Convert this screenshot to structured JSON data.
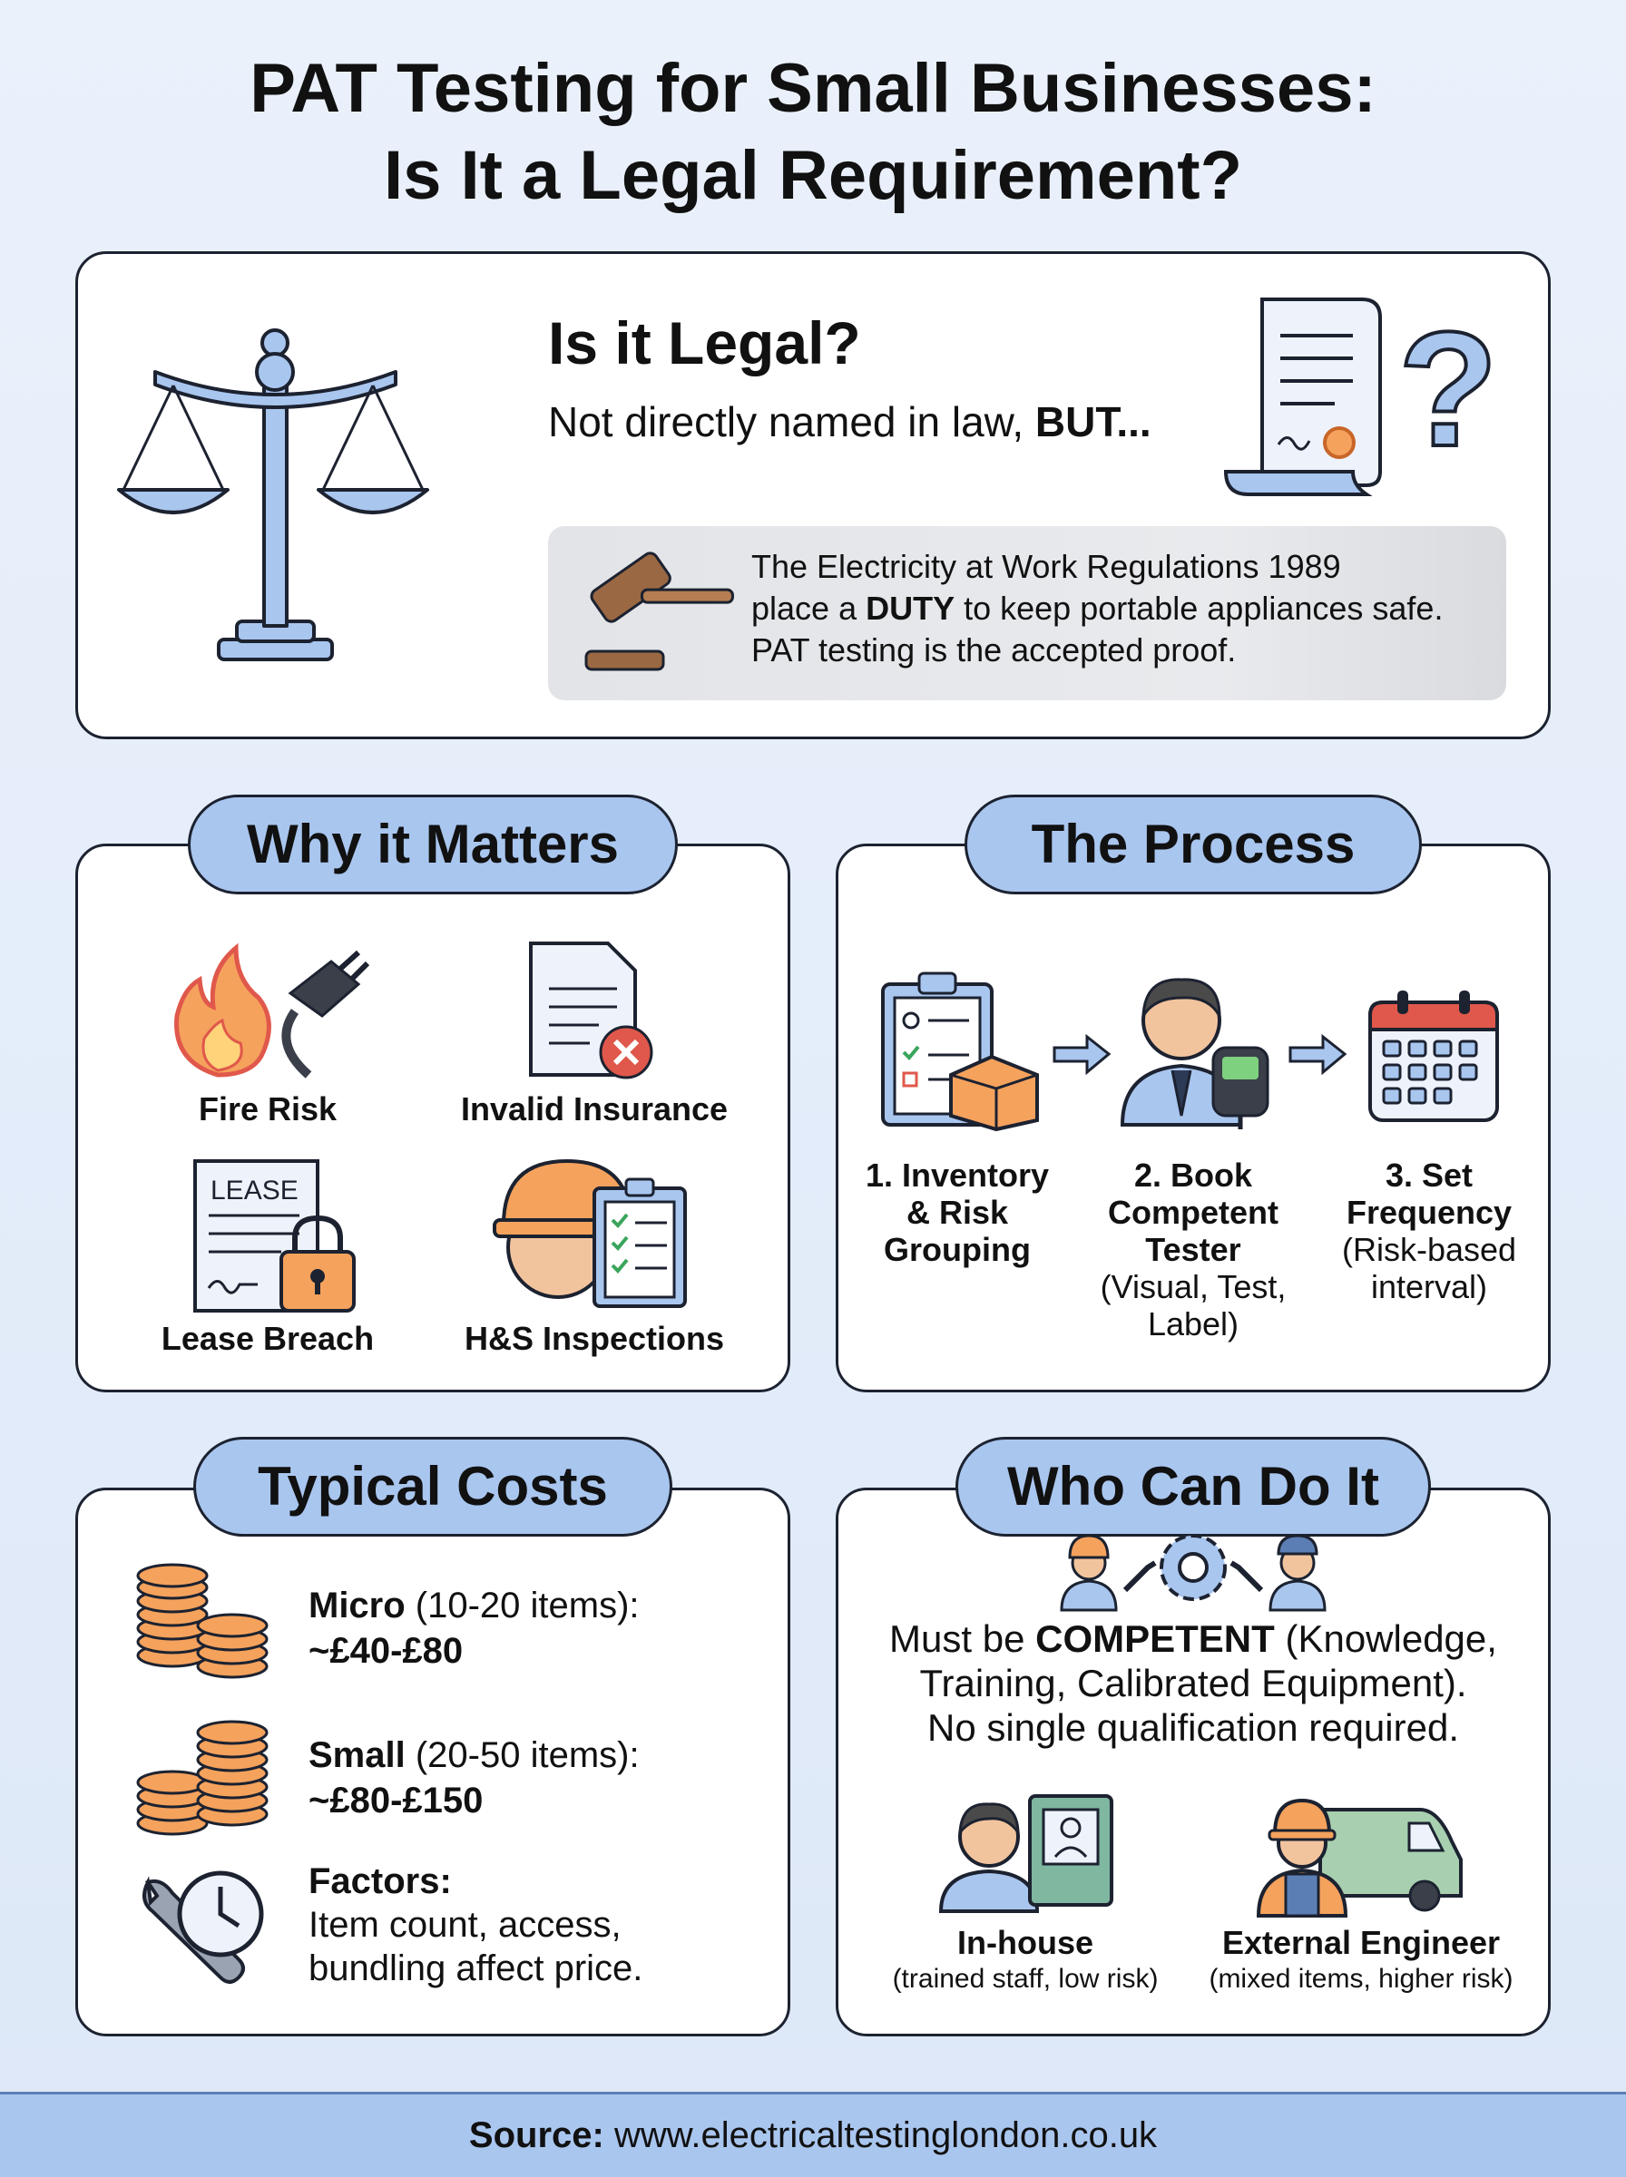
{
  "header": {
    "title_line1": "PAT Testing for Small Businesses:",
    "title_line2": "Is It a Legal Requirement?"
  },
  "legal": {
    "heading": "Is it Legal?",
    "subtitle_prefix": "Not directly named in law, ",
    "subtitle_bold": "BUT...",
    "callout_line1": "The Electricity at Work Regulations 1989",
    "callout_line2_pre": "place a ",
    "callout_line2_bold": "DUTY",
    "callout_line2_post": " to keep portable appliances safe.",
    "callout_line3": "PAT testing is the accepted proof.",
    "icons": [
      "scales-icon",
      "document-certificate-icon",
      "question-mark-icon",
      "gavel-icon"
    ]
  },
  "why": {
    "heading": "Why it Matters",
    "items": [
      {
        "label": "Fire Risk",
        "icon": "fire-plug-icon"
      },
      {
        "label": "Invalid Insurance",
        "icon": "document-x-icon"
      },
      {
        "label": "Lease Breach",
        "icon": "lease-lock-icon"
      },
      {
        "label": "H&S Inspections",
        "icon": "hardhat-checklist-icon"
      }
    ],
    "lease_doc_text": "LEASE"
  },
  "process": {
    "heading": "The Process",
    "steps": [
      {
        "line1": "1. Inventory",
        "line2": "& Risk",
        "line3": "Grouping",
        "sub1": "",
        "sub2": "",
        "sub3": "",
        "icon": "clipboard-box-icon"
      },
      {
        "line1": "2. Book",
        "line2": "Competent",
        "line3": "Tester",
        "sub1": "(Visual, Test,",
        "sub2": "Label)",
        "sub3": "",
        "icon": "tester-person-icon"
      },
      {
        "line1": "3. Set",
        "line2": "Frequency",
        "line3": "",
        "sub1": "(Risk-based",
        "sub2": "interval)",
        "sub3": "",
        "icon": "calendar-icon"
      }
    ]
  },
  "costs": {
    "heading": "Typical Costs",
    "items": [
      {
        "bold": "Micro",
        "rest": " (10-20 items):",
        "price": "~£40-£80",
        "icon": "coins-small-icon"
      },
      {
        "bold": "Small",
        "rest": " (20-50 items):",
        "price": "~£80-£150",
        "icon": "coins-large-icon"
      }
    ],
    "factors_title": "Factors:",
    "factors_line1": "Item count, access,",
    "factors_line2": "bundling affect price.",
    "factors_icon": "wrench-clock-icon"
  },
  "who": {
    "heading": "Who Can Do It",
    "line1_pre": "Must be ",
    "line1_bold": "COMPETENT",
    "line1_post": " (Knowledge,",
    "line2": "Training, Calibrated Equipment).",
    "line3": "No single qualification required.",
    "options": [
      {
        "title": "In-house",
        "sub": "(trained staff, low risk)",
        "icon": "staff-book-icon"
      },
      {
        "title": "External Engineer",
        "sub": "(mixed items, higher risk)",
        "icon": "engineer-van-icon"
      }
    ],
    "top_icon": "workers-gear-icon"
  },
  "footer": {
    "label": "Source:",
    "url": " www.electricaltestinglondon.co.uk"
  },
  "colors": {
    "accent_blue": "#a9c6ef",
    "orange": "#f5a25d",
    "red": "#e0584b",
    "green": "#3aa55c",
    "outline": "#1c2230"
  }
}
